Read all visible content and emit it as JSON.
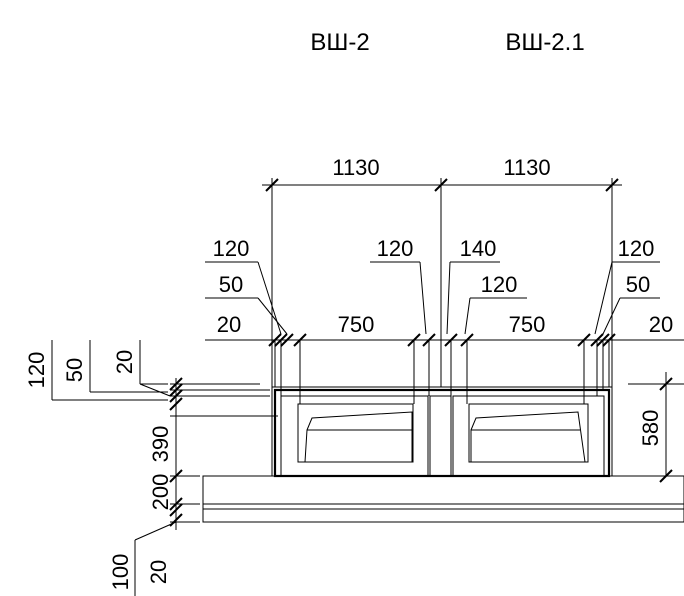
{
  "titles": {
    "left": "ВШ-2",
    "right": "ВШ-2.1"
  },
  "dims": {
    "top_left": "1130",
    "top_right": "1130",
    "l_120": "120",
    "l_50": "50",
    "l_20": "20",
    "l_750": "750",
    "c_120a": "120",
    "c_140": "140",
    "c_120b": "120",
    "r_750": "750",
    "r_120": "120",
    "r_50": "50",
    "r_20": "20",
    "v_120": "120",
    "v_50": "50",
    "v_20": "20",
    "v_390": "390",
    "v_200": "200",
    "v_100": "100",
    "v_20b": "20",
    "v_580": "580"
  }
}
